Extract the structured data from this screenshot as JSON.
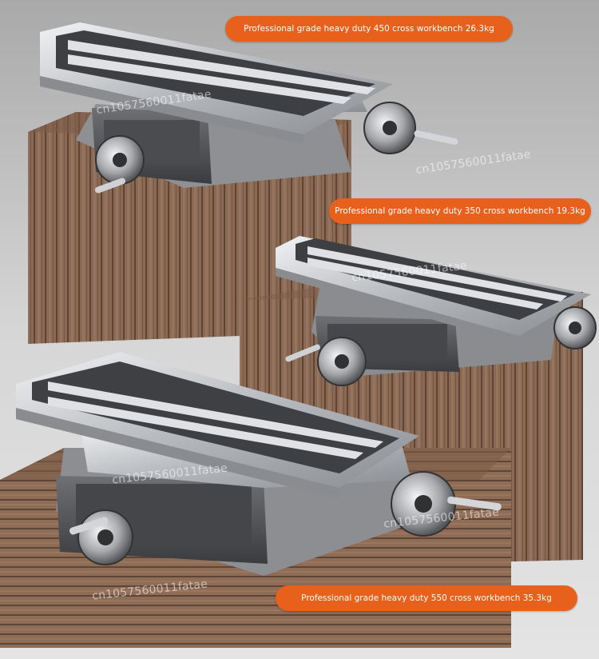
{
  "labels": {
    "table_450": "Professional grade heavy duty 450 cross workbench 26.3kg",
    "table_350": "Professional grade heavy duty 350 cross workbench 19.3kg",
    "table_550": "Professional grade heavy duty 550 cross workbench 35.3kg"
  },
  "watermark": "cn1057560011fatae",
  "colors": {
    "badge": "#e8611c",
    "wood": "#8a6650",
    "steel": "#b9bcc0"
  }
}
